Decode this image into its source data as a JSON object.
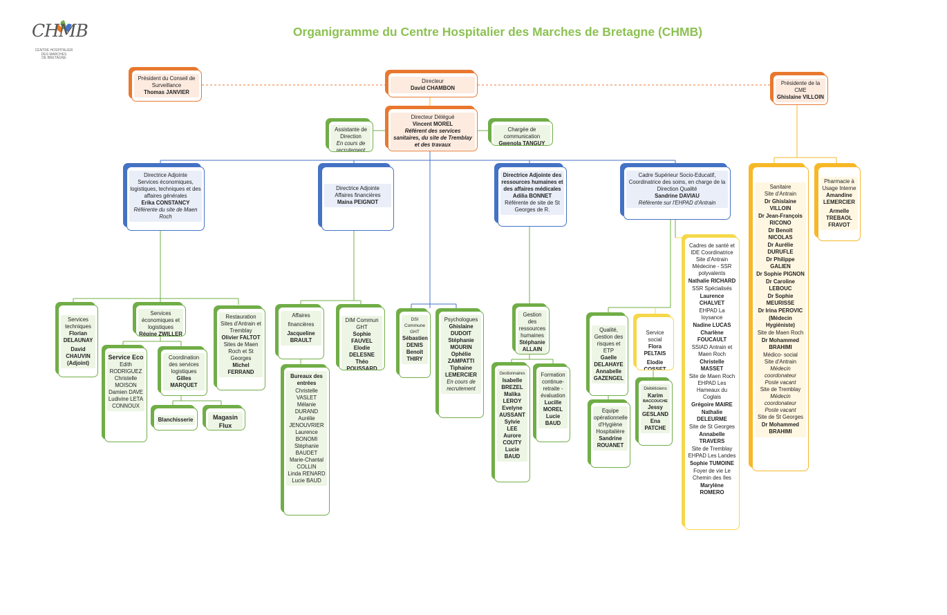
{
  "title": "Organigramme du Centre Hospitalier des Marches de Bretagne (CHMB)",
  "logo": {
    "mark": "CHMB",
    "line1": "CENTRE HOSPITALIER",
    "line2": "DES MARCHES",
    "line3": "DE BRETAGNE"
  },
  "colors": {
    "orange": "#e8782f",
    "blue": "#4472c4",
    "green": "#70ad47",
    "yellow": "#f5d84a",
    "gold": "#f6b826",
    "title": "#8cc152"
  },
  "boxes": {
    "president_cs": {
      "lines": [
        "Président du Conseil de Surveillance",
        "Thomas JANVIER"
      ]
    },
    "directeur": {
      "lines": [
        "Directeur",
        "David CHAMBON"
      ]
    },
    "presidente_cme": {
      "lines": [
        "Présidente de la CME",
        "Ghislaine VILLOIN"
      ]
    },
    "directeur_delegue": {
      "lines": [
        "Directeur Délégué",
        "Vincent MOREL",
        "Référent des services sanitaires, du site de Tremblay et des travaux"
      ]
    },
    "assistante": {
      "lines": [
        "Assistante de Direction",
        "En cours de recrutement"
      ]
    },
    "communication": {
      "lines": [
        "Chargée de communication",
        "Gwenola TANGUY"
      ]
    },
    "da_eco": {
      "lines": [
        "Directrice Adjointe",
        "Services économiques, logistiques, techniques et des affaires générales",
        "Erika CONSTANCY",
        "Référente du site de Maen Roch"
      ]
    },
    "da_fin": {
      "lines": [
        "Directrice Adjointe",
        "Affaires financières",
        "Maina PEIGNOT"
      ]
    },
    "da_rh": {
      "lines": [
        "Directrice Adjointe des ressources humaines et des affaires médicales",
        "Adilia BONNET",
        "Référente de site de St Georges de R."
      ]
    },
    "cadre_sup": {
      "lines": [
        "Cadre Supérieur Socio-Educatif,",
        "Coordinatrice des soins, en charge de la Direction Qualité",
        "Sandrine DAVIAU",
        "Référente sur l'EHPAD d'Antrain"
      ]
    },
    "sanitaire": {
      "lines": [
        "Sanitaire",
        "Site d'Antrain",
        "Dr Ghislaine VILLOIN",
        "Dr Jean-François RICONO",
        "Dr Benoît NICOLAS",
        "Dr Aurélie DURUFLE",
        "Dr Philippe GALIEN",
        "Dr Sophie PIGNON",
        "Dr Caroline LEBOUC",
        "Dr Sophie MEURISSE",
        "Dr Irina PEROVIC",
        "(Médecin Hygiéniste)",
        "Site de Maen Roch",
        "Dr Mohammed BRAHIMI",
        "Médico- social",
        "Site d'Antrain",
        "Médecin coordonateur",
        "Poste vacant",
        "Site de Tremblay",
        "Médecin coordonateur",
        "Poste vacant",
        "Site de St Georges",
        "Dr Mohammed BRAHIMI"
      ]
    },
    "pharmacie": {
      "lines": [
        "Pharmacie à Usage Interne",
        "Amandine LEMERCIER",
        "Armelle TREBAOL FRAVOT"
      ]
    },
    "services_tech": {
      "lines": [
        "Services techniques",
        "Florian DELAUNAY",
        "David CHAUVIN (Adjoint)"
      ]
    },
    "services_eco": {
      "lines": [
        "Services économiques et logistiques",
        "Régine ZWILLER"
      ]
    },
    "restauration": {
      "lines": [
        "Restauration",
        "Sites d'Antrain et Tremblay",
        "Olivier FALTOT",
        "Sites de Maen Roch et St Georges",
        "Michel FERRAND"
      ]
    },
    "service_eco": {
      "lines": [
        "Service Eco",
        "Edith RODRIGUEZ",
        "Christelle MOISON",
        "Damien DAVE",
        "Ludivine LETACONNOUX"
      ]
    },
    "coordination": {
      "lines": [
        "Coordination",
        "des services logistiques",
        "Gilles MARQUET"
      ]
    },
    "blanchisserie": {
      "lines": [
        "Blanchisserie"
      ]
    },
    "magasin": {
      "lines": [
        "Magasin Flux"
      ]
    },
    "affaires_fin": {
      "lines": [
        "Affaires",
        "financières",
        "Jacqueline BRAULT"
      ]
    },
    "bureaux": {
      "lines": [
        "Bureaux des entrées",
        "Christelle VASLET",
        "Mélanie DURAND",
        "Aurélie JENOUVRIER",
        "Laurence BONOMI",
        "Stéphanie BAUDET",
        "Marie-Chantal COLLIN",
        "Linda RENARD",
        "Lucie BAUD"
      ]
    },
    "dim": {
      "lines": [
        "DIM Commun GHT",
        "Sophie FAUVEL",
        "Elodie DELESNE",
        "Théo POUSSARD"
      ]
    },
    "dsi": {
      "lines": [
        "DSI Commune GHT",
        "Sébastien DENIS",
        "Benoît THIRY"
      ]
    },
    "psychologues": {
      "lines": [
        "Psychologues",
        "Ghislaine DUDOIT",
        "Stéphanie MOURIN",
        "Ophélie ZAMPATTI",
        "Tiphaine LEMERCIER",
        "En cours de recrutement"
      ]
    },
    "gestion_rh": {
      "lines": [
        "Gestion des ressources humaines",
        "Stéphanie ALLAIN"
      ]
    },
    "gestionnaires": {
      "lines": [
        "Gestionnaires",
        "Isabelle BREZEL",
        "Malika LEROY",
        "Evelyne AUSSANT",
        "Sylvie",
        "LEE",
        "Aurore COUTY",
        "Lucie BAUD"
      ]
    },
    "formation": {
      "lines": [
        "Formation continue- retraite - évaluation",
        "Lucille",
        "MOREL",
        "Lucie",
        "BAUD"
      ]
    },
    "qualite": {
      "lines": [
        "Qualité, Gestion des risques et ETP",
        "Gaelle DELAHAYE",
        "Annabelle GAZENGEL"
      ]
    },
    "service_social": {
      "lines": [
        "Service social",
        "Flora PELTAIS",
        "Elodie COSSET"
      ]
    },
    "dieteticiens": {
      "lines": [
        "Diététiciens",
        "Karim",
        "BACCOUCHE",
        "Jessy GESLAND",
        "Ena PATCHE"
      ]
    },
    "hygiene": {
      "lines": [
        "Equipe opérationnelle d'Hygiène Hospitalière",
        "Sandrine ROUANET"
      ]
    },
    "cadres_sante": {
      "lines": [
        "Cadres de santé et IDE Coordinatrice",
        "Site d'Antrain",
        "Médecine - SSR polyvalents",
        "Nathalie RICHARD",
        "SSR Spécialisés",
        "Laurence CHALVET",
        "EHPAD La loysance",
        "Nadine LUCAS",
        "Charlène FOUCAULT",
        "SSIAD Antrain et Maen Roch",
        "Christelle MASSET",
        "Site de Maen Roch",
        "EHPAD Les Hameaux du Coglais",
        "Grégoire MAIRE",
        "Nathalie DELEURME",
        "Site de St Georges",
        "Annabelle TRAVERS",
        "Site de Tremblay",
        "EHPAD Les Landes",
        "Sophie TUMOINE",
        "Foyer de vie Le Chemin des Iles",
        "Marylène ROMERO"
      ]
    }
  }
}
